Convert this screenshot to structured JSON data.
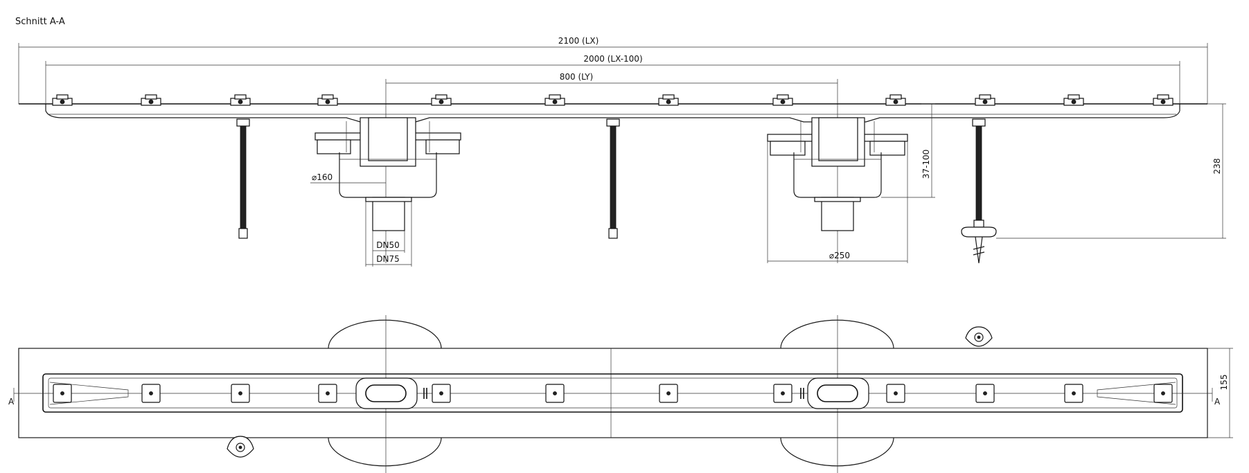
{
  "title": "Schnitt A-A",
  "dimensions": {
    "lx": "2100 (LX)",
    "lx_minus": "2000 (LX-100)",
    "ly": "800 (LY)",
    "dia160": "⌀160",
    "dn50": "DN50",
    "dn75": "DN75",
    "dia250": "⌀250",
    "height_range": "37-100",
    "height": "238",
    "width": "155"
  },
  "section_markers": {
    "left": "A",
    "right": "A"
  }
}
